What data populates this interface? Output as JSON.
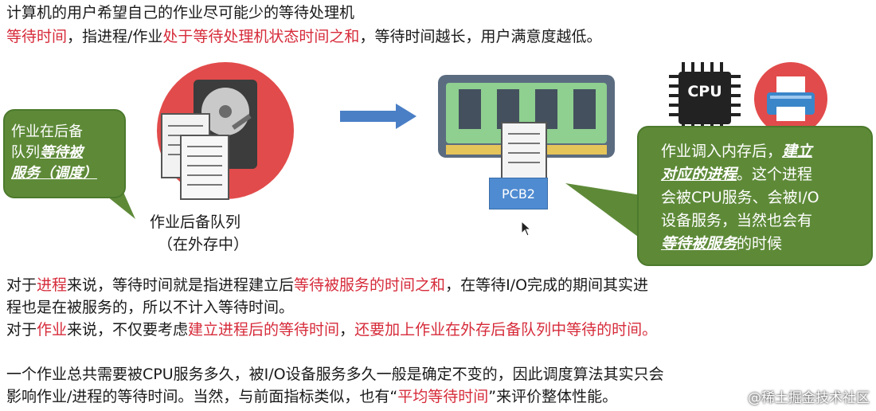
{
  "header": {
    "line1": "计算机的用户希望自己的作业尽可能少的等待处理机",
    "line2": {
      "seg1": "等待时间",
      "seg2": "，指进程/作业",
      "seg3": "处于等待处理机状态时间之和",
      "seg4": "，等待时间越长，用户满意度越低。"
    }
  },
  "left_callout": {
    "text1": "作业在后备",
    "text2": "队列",
    "text3": "等待被",
    "text4": "服务（调度）"
  },
  "queue_caption": {
    "line1": "作业后备队列",
    "line2": "（在外存中）"
  },
  "pcb_label": "PCB2",
  "cpu_label": "CPU",
  "right_callout": {
    "p1": "作业调入内存后，",
    "p2": "建立",
    "p3": "对应的进程",
    "p4": "。这个进程",
    "p5": "会被CPU服务、会被I/O",
    "p6": "设备服务，当然也会有",
    "p7": "等待被服务",
    "p8": "的时候"
  },
  "body": {
    "para1": {
      "a": "对于",
      "b": "进程",
      "c": "来说，等待时间就是指进程建立后",
      "d": "等待被服务的时间之和",
      "e": "，在等待I/O完成的期间其实进",
      "f": "程也是在被服务的，所以不计入等待时间。"
    },
    "para2": {
      "a": "对于",
      "b": "作业",
      "c": "来说，不仅要考虑",
      "d": "建立进程后的等待时间",
      "e": "，",
      "f": "还要加上作业在外存后备队列中等待的时间。"
    },
    "para3": {
      "line1": "一个作业总共需要被CPU服务多久，被I/O设备服务多久一般是确定不变的，因此调度算法其实只会",
      "a": "影响作业/进程的等待时间。当然，与前面指标类似，也有“",
      "b": "平均等待时间",
      "c": "”来评价整体性能。"
    }
  },
  "watermark": "@稀土掘金技术社区",
  "colors": {
    "highlight_red": "#d62b3a",
    "callout_green": "#5e8a38",
    "disk_circle": "#e24b4b",
    "pcb_blue": "#4f8bd1",
    "arrow_blue": "#4a7fc6",
    "memory_green": "#8fcf90"
  }
}
